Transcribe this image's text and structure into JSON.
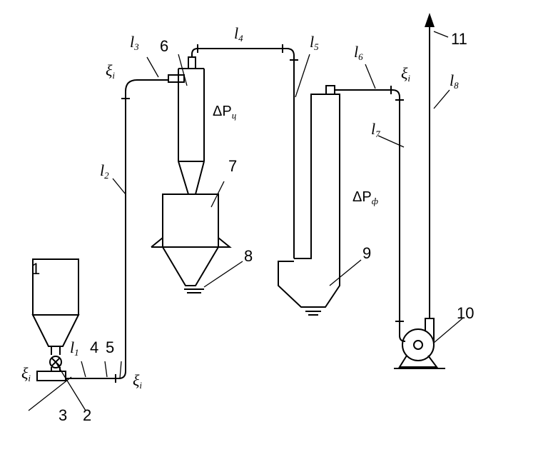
{
  "numbers": {
    "n1": "1",
    "n2": "2",
    "n3": "3",
    "n4": "4",
    "n5": "5",
    "n6": "6",
    "n7": "7",
    "n8": "8",
    "n9": "9",
    "n10": "10",
    "n11": "11"
  },
  "lengths": {
    "l1": {
      "base": "l",
      "sub": "1"
    },
    "l2": {
      "base": "l",
      "sub": "2"
    },
    "l3": {
      "base": "l",
      "sub": "3"
    },
    "l4": {
      "base": "l",
      "sub": "4"
    },
    "l5": {
      "base": "l",
      "sub": "5"
    },
    "l6": {
      "base": "l",
      "sub": "6"
    },
    "l7": {
      "base": "l",
      "sub": "7"
    },
    "l8": {
      "base": "l",
      "sub": "8"
    }
  },
  "xi": {
    "base": "ξ",
    "sub": "i"
  },
  "pressure": {
    "cyclone": {
      "base": "ΔP",
      "sub": "ц"
    },
    "filter": {
      "base": "ΔP",
      "sub": "ф"
    }
  }
}
